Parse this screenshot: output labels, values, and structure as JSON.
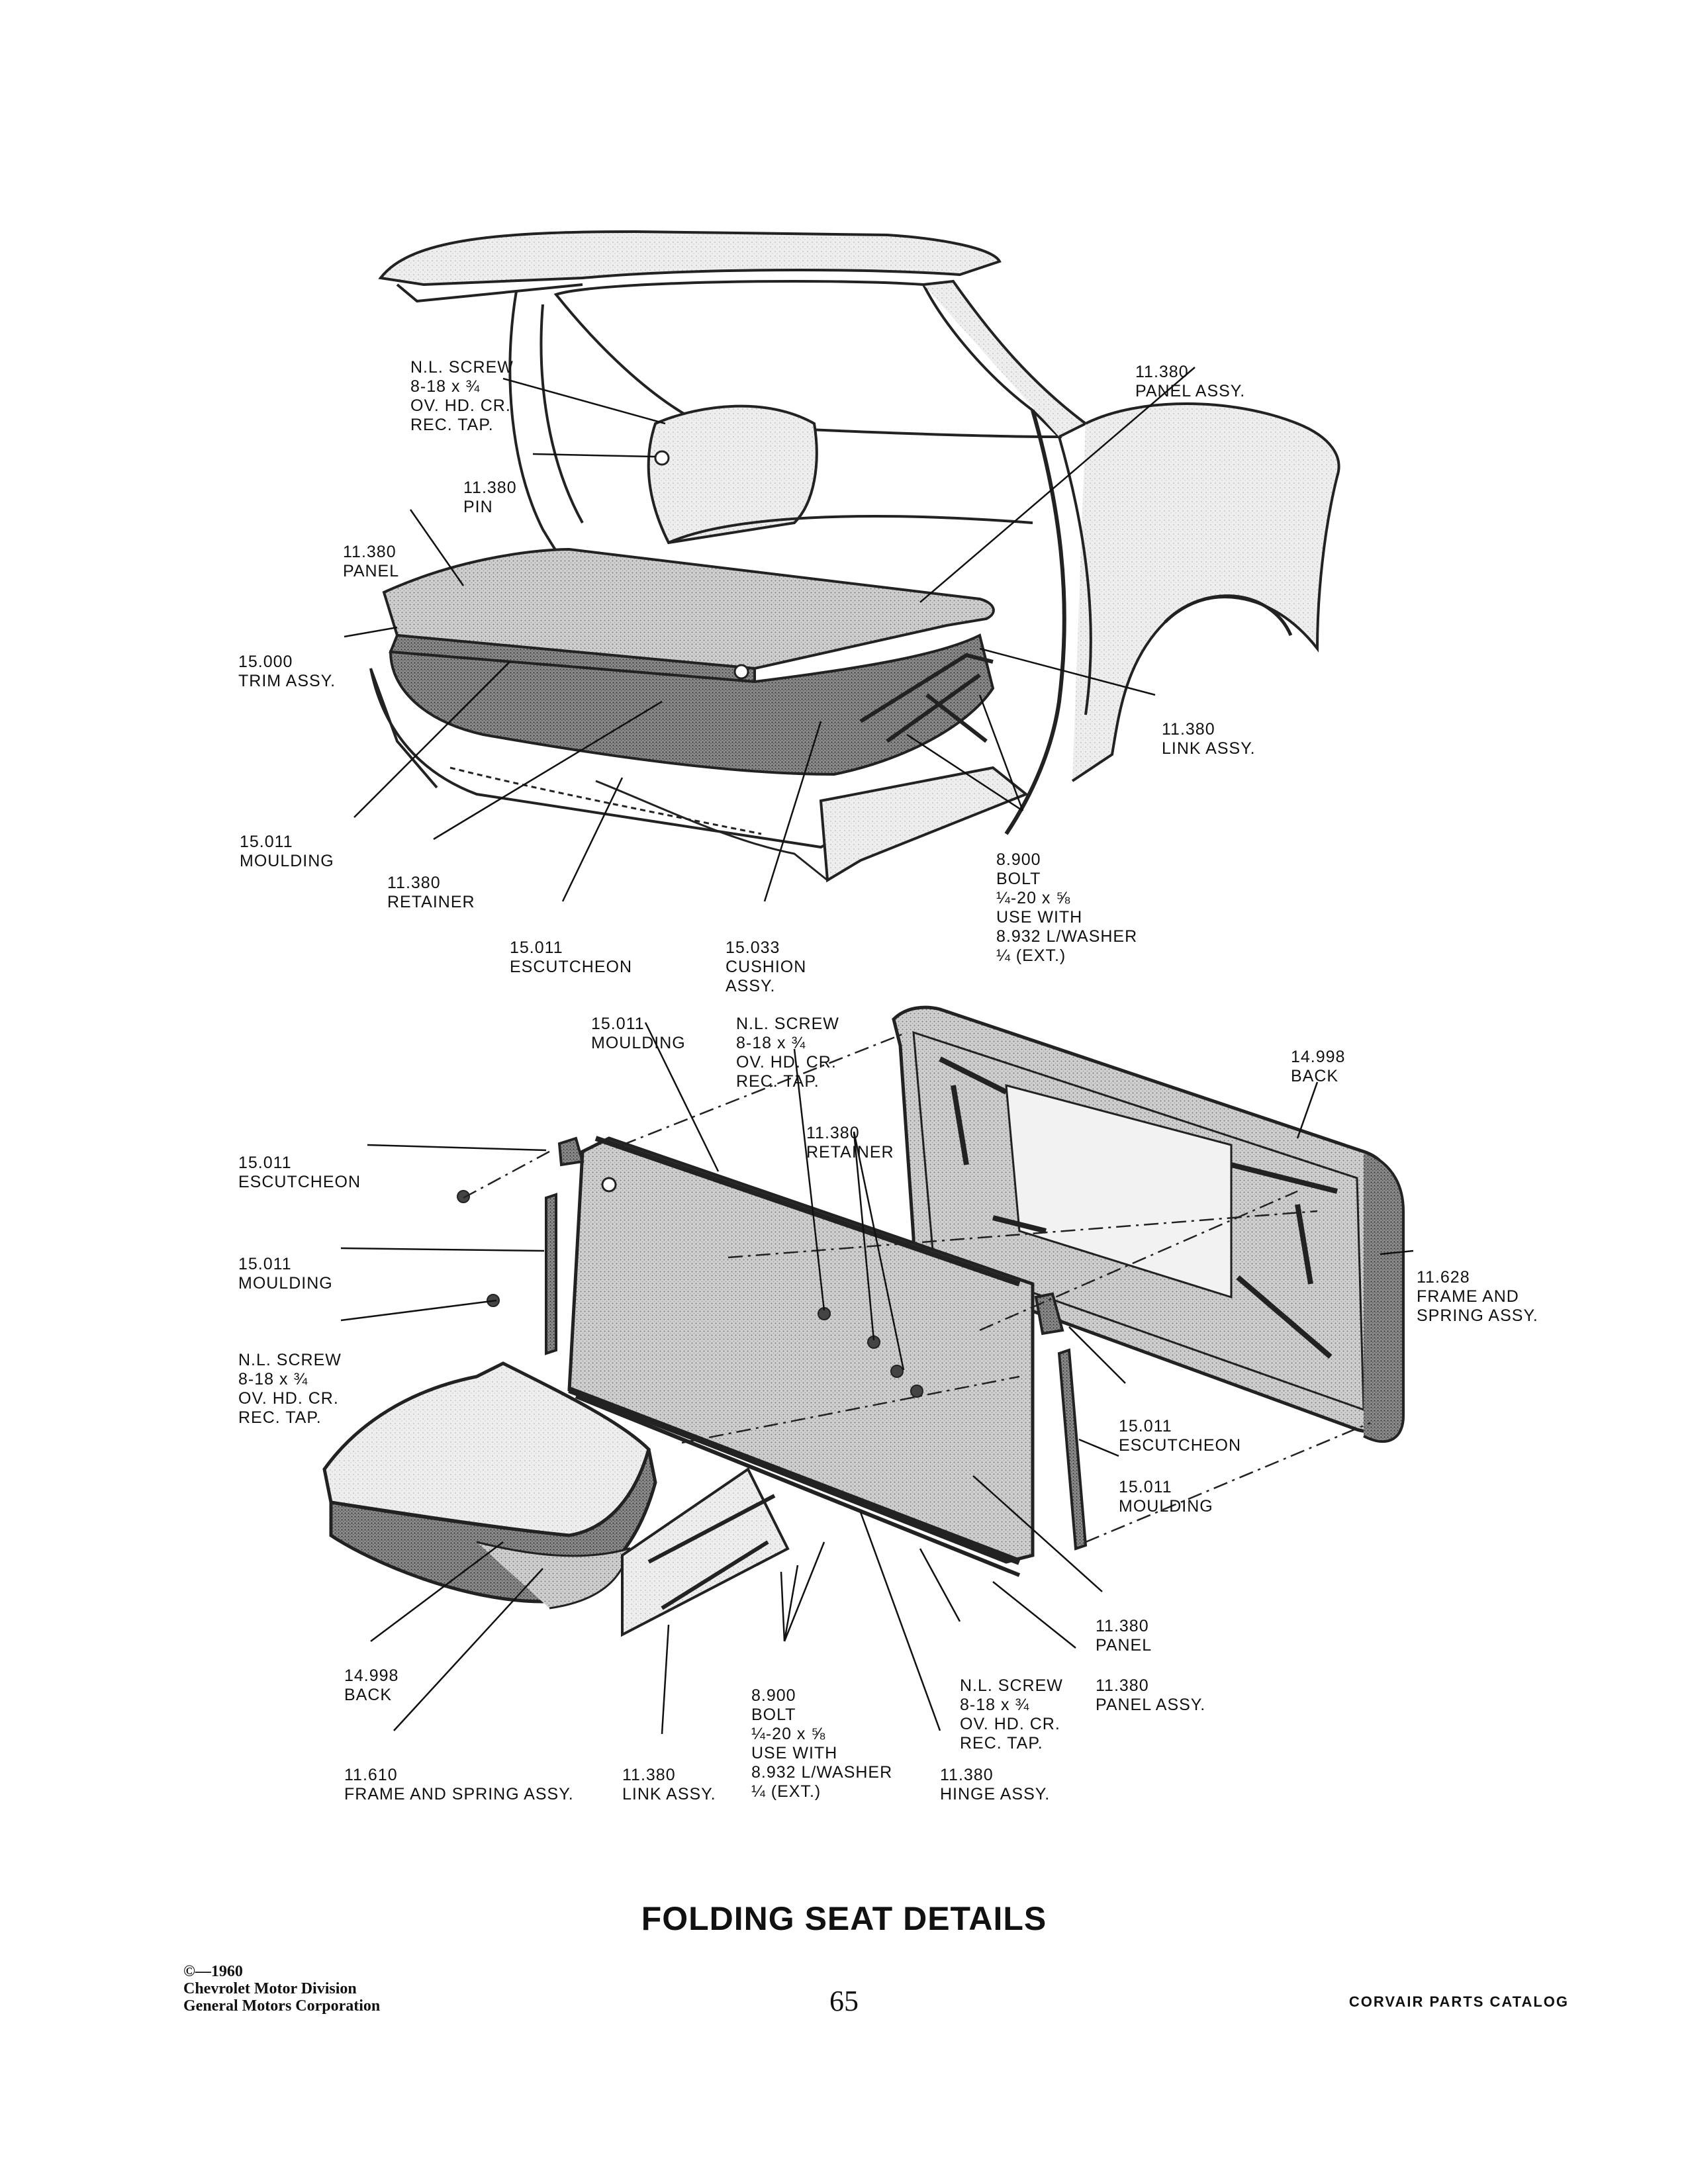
{
  "page": {
    "title": "FOLDING SEAT DETAILS",
    "page_number": "65",
    "copyright_lines": [
      "©—1960",
      "Chevrolet Motor Division",
      "General Motors Corporation"
    ],
    "catalog_name": "CORVAIR PARTS CATALOG"
  },
  "upper_view": {
    "callouts": [
      {
        "code": "N.L. SCREW",
        "label": "8-18 x ¾\nOV. HD. CR.\nREC. TAP."
      },
      {
        "code": "11.380",
        "label": "PANEL ASSY."
      },
      {
        "code": "11.380",
        "label": "PIN"
      },
      {
        "code": "11.380",
        "label": "PANEL"
      },
      {
        "code": "15.000",
        "label": "TRIM ASSY."
      },
      {
        "code": "11.380",
        "label": "LINK ASSY."
      },
      {
        "code": "15.011",
        "label": "MOULDING"
      },
      {
        "code": "11.380",
        "label": "RETAINER"
      },
      {
        "code": "15.011",
        "label": "ESCUTCHEON"
      },
      {
        "code": "15.033",
        "label": "CUSHION\nASSY."
      },
      {
        "code": "8.900",
        "label": "BOLT\n¼-20 x ⅝\nUSE WITH\n8.932 L/WASHER\n¼ (EXT.)"
      }
    ]
  },
  "lower_view": {
    "callouts": [
      {
        "code": "15.011",
        "label": "MOULDING"
      },
      {
        "code": "N.L. SCREW",
        "label": "8-18 x ¾\nOV. HD. CR.\nREC. TAP."
      },
      {
        "code": "14.998",
        "label": "BACK"
      },
      {
        "code": "11.380",
        "label": "RETAINER"
      },
      {
        "code": "15.011",
        "label": "ESCUTCHEON"
      },
      {
        "code": "15.011",
        "label": "MOULDING"
      },
      {
        "code": "11.628",
        "label": "FRAME AND\nSPRING ASSY."
      },
      {
        "code": "N.L. SCREW",
        "label": "8-18 x ¾\nOV. HD. CR.\nREC. TAP."
      },
      {
        "code": "15.011",
        "label": "ESCUTCHEON"
      },
      {
        "code": "15.011",
        "label": "MOULDING"
      },
      {
        "code": "11.380",
        "label": "PANEL"
      },
      {
        "code": "14.998",
        "label": "BACK"
      },
      {
        "code": "11.380",
        "label": "PANEL ASSY."
      },
      {
        "code": "N.L. SCREW",
        "label": "8-18 x ¾\nOV. HD. CR.\nREC. TAP."
      },
      {
        "code": "8.900",
        "label": "BOLT\n¼-20 x ⅝\nUSE WITH\n8.932 L/WASHER\n¼ (EXT.)"
      },
      {
        "code": "11.610",
        "label": "FRAME AND SPRING ASSY."
      },
      {
        "code": "11.380",
        "label": "LINK ASSY."
      },
      {
        "code": "11.380",
        "label": "HINGE ASSY."
      }
    ]
  }
}
